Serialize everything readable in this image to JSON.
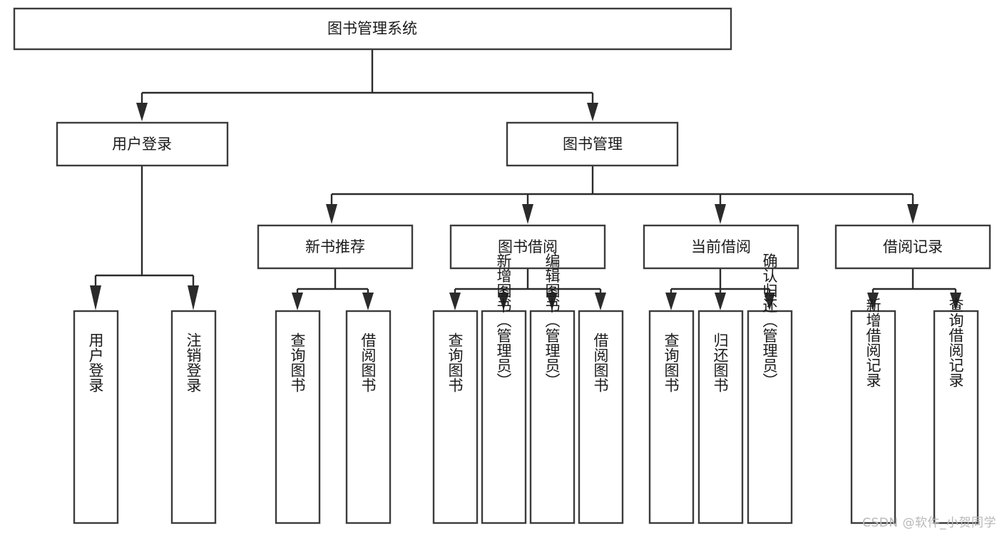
{
  "diagram": {
    "type": "tree-hierarchy-chart",
    "title": "图书管理系统",
    "orientation": "top-down",
    "colors": {
      "box_stroke": "#3c3c3c",
      "box_fill": "#ffffff",
      "connector": "#2b2b2b",
      "text": "#1a1a1a",
      "background": "#ffffff",
      "watermark": "#b8b8b8"
    },
    "levels": {
      "root": "图书管理系统",
      "level2": [
        "用户登录",
        "图书管理"
      ],
      "level3": [
        "新书推荐",
        "图书借阅",
        "当前借阅",
        "借阅记录"
      ]
    }
  },
  "root": {
    "label": "图书管理系统"
  },
  "branches": {
    "user_login": {
      "label": "用户登录",
      "leaves": [
        {
          "label": "用户登录"
        },
        {
          "label": "注销登录"
        }
      ]
    },
    "book_management": {
      "label": "图书管理",
      "children": [
        {
          "label": "新书推荐",
          "leaves": [
            {
              "label": "查询图书"
            },
            {
              "label": "借阅图书"
            }
          ]
        },
        {
          "label": "图书借阅",
          "leaves": [
            {
              "label": "查询图书"
            },
            {
              "label": "新增图书（管理员）"
            },
            {
              "label": "编辑图书（管理员）"
            },
            {
              "label": "借阅图书"
            }
          ]
        },
        {
          "label": "当前借阅",
          "leaves": [
            {
              "label": "查询图书"
            },
            {
              "label": "归还图书"
            },
            {
              "label": "确认归还（管理员）"
            }
          ]
        },
        {
          "label": "借阅记录",
          "leaves": [
            {
              "label": "新增借阅记录"
            },
            {
              "label": "查询借阅记录"
            }
          ]
        }
      ]
    }
  },
  "watermark": {
    "text": "CSDN @软件_小贺同学"
  }
}
